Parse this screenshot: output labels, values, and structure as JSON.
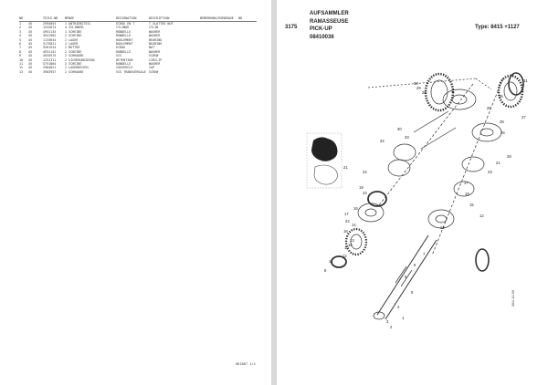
{
  "left_page": {
    "columns": [
      "NR",
      "TEILE-NR",
      "MENGE",
      "BENENNUNG",
      "DESIGNATION",
      "DESCRIPTION",
      "BEMERKUNG/REMARQUE",
      "NR"
    ],
    "rows": [
      [
        "1",
        "45",
        "2994054",
        "1 ANTRIEBSTEIL",
        "ECROU EN T",
        "T-SLOTTED NUT",
        "",
        ""
      ],
      [
        "2",
        "45",
        "1232874",
        "4 ZYLINDER",
        "CYLINDR",
        "CYLIN",
        "",
        ""
      ],
      [
        "3",
        "45",
        "4951134",
        "1 SCHEIBE",
        "RONDELLE",
        "WASHER",
        "",
        ""
      ],
      [
        "4",
        "45",
        "3941962",
        "2 SCHEIBE",
        "RONDELLE",
        "WASHER",
        "",
        ""
      ],
      [
        "5",
        "45",
        "1133634",
        "2 LAGER",
        "ROULEMENT",
        "BEARING",
        "",
        ""
      ],
      [
        "6",
        "45",
        "5175021",
        "2 LAGER",
        "ROULEMENT",
        "BEARING",
        "",
        ""
      ],
      [
        "7",
        "45",
        "9261524",
        "2 MUTTER",
        "ECROU",
        "NUT",
        "",
        ""
      ],
      [
        "8",
        "45",
        "4931141",
        "2 SCHEIBE",
        "RONDELLE",
        "WASHER",
        "",
        ""
      ],
      [
        "9",
        "45",
        "4935975",
        "2 SCHRAUBE",
        "VIS",
        "SCREW",
        "",
        ""
      ],
      [
        "10",
        "45",
        "1251311",
        "2 SICHERUNGSRING",
        "RETENTION",
        "CIRCLIP",
        "",
        ""
      ],
      [
        "11",
        "45",
        "5751864",
        "2 SCHEIBE",
        "RONDELLE",
        "WASHER",
        "",
        ""
      ],
      [
        "12",
        "45",
        "2964821",
        "2 LAGERDECKEL",
        "COUVERCLE",
        "CAP",
        "",
        ""
      ],
      [
        "13",
        "45",
        "3903957",
        "2 SCHRAUBE",
        "VIS TRANSVERSALE",
        "SCREW",
        "",
        ""
      ]
    ],
    "page_id": "061887 1/4"
  },
  "right_page": {
    "section_no": "3175",
    "title_lines": [
      "AUFSAMMLER",
      "RAMASSEUSE",
      "PICK-UP",
      "08410036"
    ],
    "type_label": "Type: 8415   +1127",
    "drawing_ref": "084-10-96",
    "callouts": [
      "30",
      "29",
      "28",
      "31",
      "26",
      "27",
      "28",
      "30",
      "25",
      "26",
      "33",
      "28",
      "22",
      "21",
      "24",
      "21",
      "23",
      "19",
      "24",
      "16",
      "17",
      "18",
      "17",
      "22",
      "15",
      "14",
      "16",
      "13",
      "15",
      "12",
      "12",
      "10",
      "11",
      "12",
      "8",
      "7",
      "9",
      "6",
      "5",
      "4",
      "3",
      "2",
      "1"
    ]
  },
  "colors": {
    "page": "#ffffff",
    "background": "#c9c9c9",
    "ink": "#333333"
  }
}
